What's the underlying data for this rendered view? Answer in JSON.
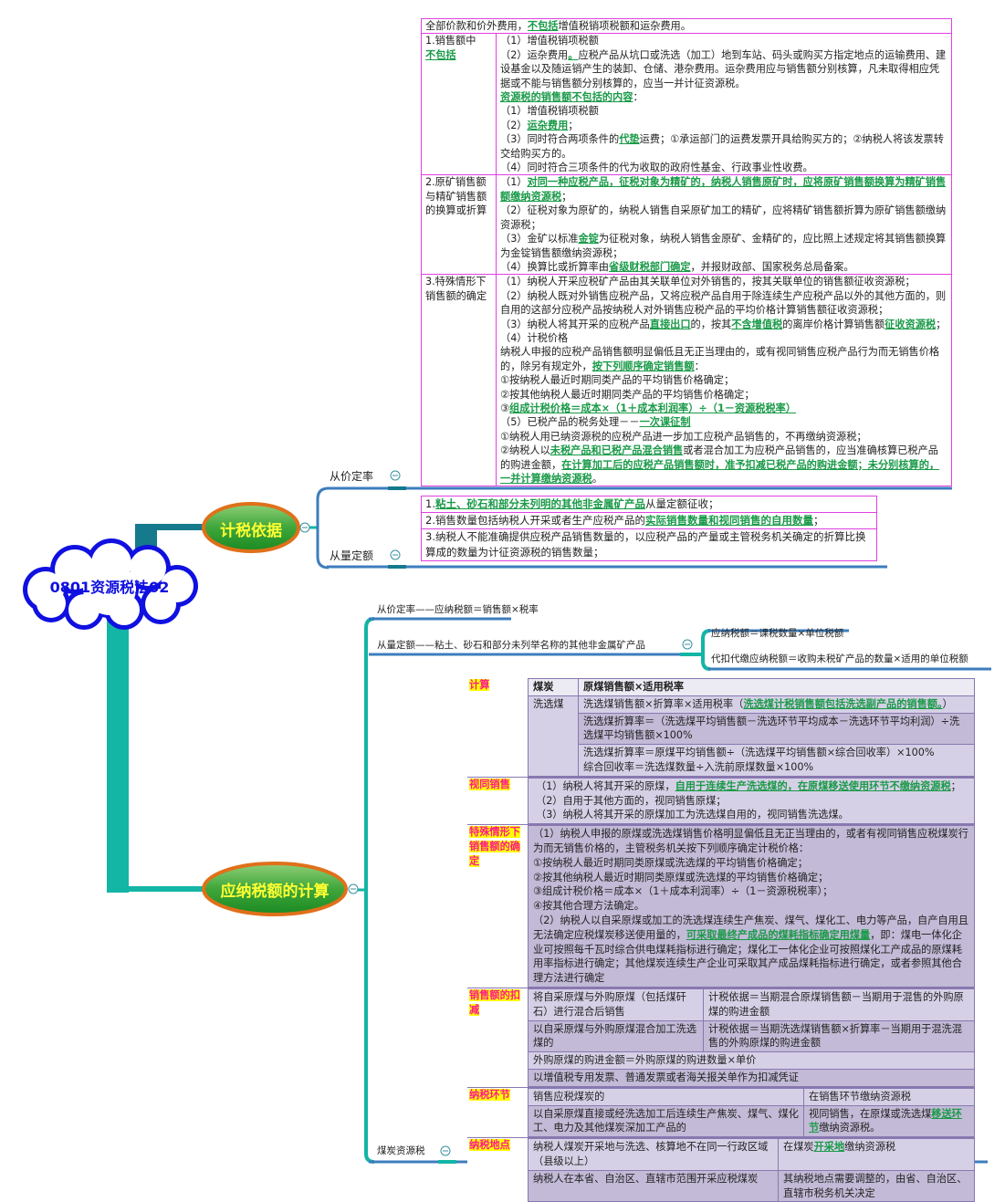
{
  "root": {
    "title": "0801资源税法02"
  },
  "colors": {
    "accent_green": "#1a9a48",
    "table_border": "#e040e0",
    "branch_teal": "#13b5a5",
    "branch_blue": "#3c7dbd",
    "root_blue": "#1010e0"
  },
  "branch1": {
    "title": "计税依据",
    "ad_valorem": {
      "label": "从价定率",
      "header": [
        [
          "全部价款和价外费用，",
          {
            "g": "不包括"
          },
          "增值税销项税额和运杂费用。"
        ]
      ],
      "rows": [
        {
          "label": [
            [
              "1.销售额中"
            ],
            [
              {
                "g": "不包括"
              }
            ]
          ],
          "content": [
            [
              "（1）增值税销项税额"
            ],
            [
              "（2）运杂费用",
              {
                "g": "。"
              },
              "应税产品从坑口或洗选（加工）地到车站、码头或购买方指定地点的运输费用、建设基金以及随运销产生的装卸、仓储、港杂费用。运杂费用应与销售额分别核算，凡未取得相应凭据或不能与销售额分别核算的，应当一并计征资源税。"
            ],
            [
              {
                "g": "资源税的销售额不包括的内容"
              },
              "："
            ],
            [
              "（1）增值税销项税额"
            ],
            [
              "（2）",
              {
                "g": "运杂费用"
              },
              "；"
            ],
            [
              "（3）同时符合两项条件的",
              {
                "g": "代垫"
              },
              "运费；①承运部门的运费发票开具给购买方的；②纳税人将该发票转交给购买方的。"
            ],
            [
              "（4）同时符合三项条件的代为收取的政府性基金、行政事业性收费。"
            ]
          ]
        },
        {
          "label": [
            [
              "2.原矿销售额与精矿销售额的换算或折算"
            ]
          ],
          "content": [
            [
              "（1）",
              {
                "g": "对同一种应税产品，征税对象为精矿的，纳税人销售原矿时，应将原矿销售额换算为精矿销售额缴纳资源税"
              },
              "；"
            ],
            [
              "（2）征税对象为原矿的，纳税人销售自采原矿加工的精矿，应将精矿销售额折算为原矿销售额缴纳资源税；"
            ],
            [
              "（3）金矿以标准",
              {
                "g": "金锭"
              },
              "为征税对象，纳税人销售金原矿、金精矿的，应比照上述规定将其销售额换算为金锭销售额缴纳资源税；"
            ],
            [
              "（4）换算比或折算率由",
              {
                "g": "省级财税部门确定"
              },
              "，并报财政部、国家税务总局备案。"
            ]
          ]
        },
        {
          "label": [
            [
              "3.特殊情形下销售额的确定"
            ]
          ],
          "content": [
            [
              "（1）纳税人开采应税矿产品由其关联单位对外销售的，按其关联单位的销售额征收资源税；"
            ],
            [
              "（2）纳税人既对外销售应税产品，又将应税产品自用于除连续生产应税产品以外的其他方面的，则自用的这部分应税产品按纳税人对外销售应税产品的平均价格计算销售额征收资源税；"
            ],
            [
              "（3）纳税人将其开采的应税产品",
              {
                "g": "直接出口"
              },
              "的，按其",
              {
                "g": "不含增值税"
              },
              "的离岸价格计算销售额",
              {
                "g": "征收资源税"
              },
              "；"
            ],
            [
              "（4）计税价格"
            ],
            [
              "纳税人申报的应税产品销售额明显偏低且无正当理由的，或有视同销售应税产品行为而无销售价格的，除另有规定外，",
              {
                "g": "按下列顺序确定销售额"
              },
              "："
            ],
            [
              "①按纳税人最近时期同类产品的平均销售价格确定；"
            ],
            [
              "②按其他纳税人最近时期同类产品的平均销售价格确定；"
            ],
            [
              "③",
              {
                "g": "组成计税价格＝成本×（1＋成本利润率）÷（1－资源税税率）"
              }
            ],
            [
              "（5）已税产品的税务处理－－",
              {
                "g": "一次课征制"
              }
            ],
            [
              "①纳税人用已纳资源税的应税产品进一步加工应税产品销售的，不再缴纳资源税；"
            ],
            [
              "②纳税人以",
              {
                "g": "未税产品和已税产品混合销售"
              },
              "或者混合加工为应税产品销售的，应当准确核算已税产品的购进金额，",
              {
                "g": "在计算加工后的应税产品销售额时，准予扣减已税产品的购进金额；未分别核算的，一并计算缴纳资源税"
              },
              "。"
            ]
          ]
        }
      ]
    },
    "specific": {
      "label": "从量定额",
      "rows": [
        [
          [
            "1.",
            {
              "g": "粘土、砂石和部分未列明的其他非金属矿产品"
            },
            "从量定额征收；"
          ]
        ],
        [
          [
            "2.销售数量包括纳税人开采或者生产应税产品的",
            {
              "g": "实际销售数量和视同销售的自用数量"
            },
            "；"
          ]
        ],
        [
          [
            "3.纳税人不能准确提供应税产品销售数量的，以应税产品的产量或主管税务机关确定的折算比换算成的数量为计征资源税的销售数量；"
          ]
        ]
      ]
    }
  },
  "branch2": {
    "title": "应纳税额的计算",
    "ad_valorem": "从价定率——应纳税额＝销售额×税率",
    "specific": {
      "label": "从量定额——粘土、砂石和部分未列举名称的其他非金属矿产品",
      "children": [
        "应纳税额＝课税数量×单位税额",
        "代扣代缴应纳税额＝收购未税矿产品的数量×适用的单位税额"
      ]
    },
    "coal": {
      "label": "煤炭资源税",
      "calc": {
        "tag": "计算",
        "head": [
          "煤炭",
          "原煤销售额×适用税率"
        ],
        "washed_label": "洗选煤",
        "washed": [
          [
            [
              "洗选煤销售额×折算率×适用税率（",
              {
                "g": "洗选煤计税销售额包括洗选副产品的销售额。"
              },
              "）"
            ]
          ],
          [
            [
              "洗选煤折算率＝（洗选煤平均销售额－洗选环节平均成本－洗选环节平均利润）÷洗选煤平均销售额×100%"
            ]
          ],
          [
            [
              "洗选煤折算率＝原煤平均销售额÷（洗选煤平均销售额×综合回收率）×100%"
            ],
            [
              "综合回收率＝洗选煤数量÷入洗前原煤数量×100%"
            ]
          ]
        ]
      },
      "deemed": {
        "tag": "视同销售",
        "content": [
          [
            "（1）纳税人将其开采的原煤，",
            {
              "g": "自用于连续生产洗选煤的，在原煤移送使用环节不缴纳资源税"
            },
            "；"
          ],
          [
            "（2）自用于其他方面的，视同销售原煤；"
          ],
          [
            "（3）纳税人将其开采的原煤加工为洗选煤自用的，视同销售洗选煤。"
          ]
        ]
      },
      "special": {
        "tag": "特殊情形下销售额的确定",
        "content": [
          [
            "（1）纳税人申报的原煤或洗选煤销售价格明显偏低且无正当理由的，或者有视同销售应税煤炭行为而无销售价格的，主管税务机关按下列顺序确定计税价格："
          ],
          [
            "①按纳税人最近时期同类原煤或洗选煤的平均销售价格确定；"
          ],
          [
            "②按其他纳税人最近时期同类原煤或洗选煤的平均销售价格确定；"
          ],
          [
            "③组成计税价格＝成本×（1＋成本利润率）÷（1－资源税税率）；"
          ],
          [
            "④按其他合理方法确定。"
          ],
          [
            "（2）纳税人以自采原煤或加工的洗选煤连续生产焦炭、煤气、煤化工、电力等产品，自产自用且无法确定应税煤炭移送使用量的，",
            {
              "g": "可采取最终产成品的煤耗指标确定用煤量"
            },
            "，即：煤电一体化企业可按照每千瓦时综合供电煤耗指标进行确定；煤化工一体化企业可按照煤化工产成品的原煤耗用率指标进行确定；其他煤炭连续生产企业可采取其产成品煤耗指标进行确定，或者参照其他合理方法进行确定"
          ]
        ]
      },
      "deduction": {
        "tag": "销售额的扣减",
        "pairs": [
          {
            "a": [
              [
                "将自采原煤与外购原煤（包括煤矸石）进行混合后销售"
              ]
            ],
            "b": [
              [
                "计税依据＝当期混合原煤销售额－当期用于混售的外购原煤的购进金额"
              ]
            ]
          },
          {
            "a": [
              [
                "以自采原煤与外购原煤混合加工洗选煤的"
              ]
            ],
            "b": [
              [
                "计税依据＝当期洗选煤销售额×折算率－当期用于混洗混售的外购原煤的购进金额"
              ]
            ]
          }
        ],
        "notes": [
          [
            [
              "外购原煤的购进金额＝外购原煤的购进数量×单价"
            ]
          ],
          [
            [
              "以增值税专用发票、普通发票或者海关报关单作为扣减凭证"
            ]
          ]
        ]
      },
      "stage": {
        "tag": "纳税环节",
        "pairs": [
          {
            "a": [
              [
                "销售应税煤炭的"
              ]
            ],
            "b": [
              [
                "在销售环节缴纳资源税"
              ]
            ]
          },
          {
            "a": [
              [
                "以自采原煤直接或经洗选加工后连续生产焦炭、煤气、煤化工、电力及其他煤炭深加工产品的"
              ]
            ],
            "b": [
              [
                "视同销售，在原煤或洗选煤",
                {
                  "g": "移送环节"
                },
                "缴纳资源税。"
              ]
            ]
          }
        ]
      },
      "place": {
        "tag": "纳税地点",
        "pairs": [
          {
            "a": [
              [
                "纳税人煤炭开采地与洗选、核算地不在同一行政区域（县级以上）"
              ]
            ],
            "b": [
              [
                "在煤炭",
                {
                  "g": "开采地"
                },
                "缴纳资源税"
              ]
            ]
          },
          {
            "a": [
              [
                "纳税人在本省、自治区、直辖市范围开采应税煤炭"
              ]
            ],
            "b": [
              [
                "其纳税地点需要调整的，由省、自治区、直辖市税务机关决定"
              ]
            ]
          }
        ]
      }
    }
  }
}
